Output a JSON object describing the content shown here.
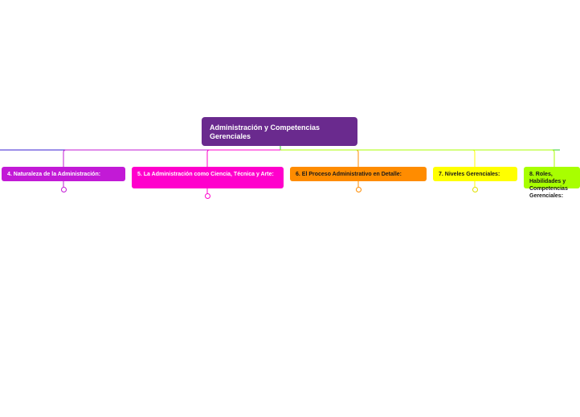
{
  "map": {
    "root": {
      "title": "Administración y Competencias Gerenciales",
      "color": "#6a2a8e"
    },
    "topics": [
      {
        "label": "4. Naturaleza de la Administración:",
        "color": "#c21ad6",
        "text_color": "#ffffff"
      },
      {
        "label": "5. La Administración como Ciencia, Técnica y Arte:",
        "color": "#ff00cc",
        "text_color": "#ffffff"
      },
      {
        "label": "6. El Proceso Administrativo en Detalle:",
        "color": "#ff8c00",
        "text_color": "#1a1a1a"
      },
      {
        "label": "7. Niveles Gerenciales:",
        "color": "#ffff00",
        "text_color": "#1a1a1a"
      },
      {
        "label": "8. Roles, Habilidades y Competencias Gerenciales:",
        "color": "#a8ff00",
        "text_color": "#1a1a1a"
      }
    ],
    "connector_colors": {
      "left_main": "#3a1fd0",
      "right_main": "#33cc33"
    },
    "collapse_icon": "plus-circle-icon"
  }
}
